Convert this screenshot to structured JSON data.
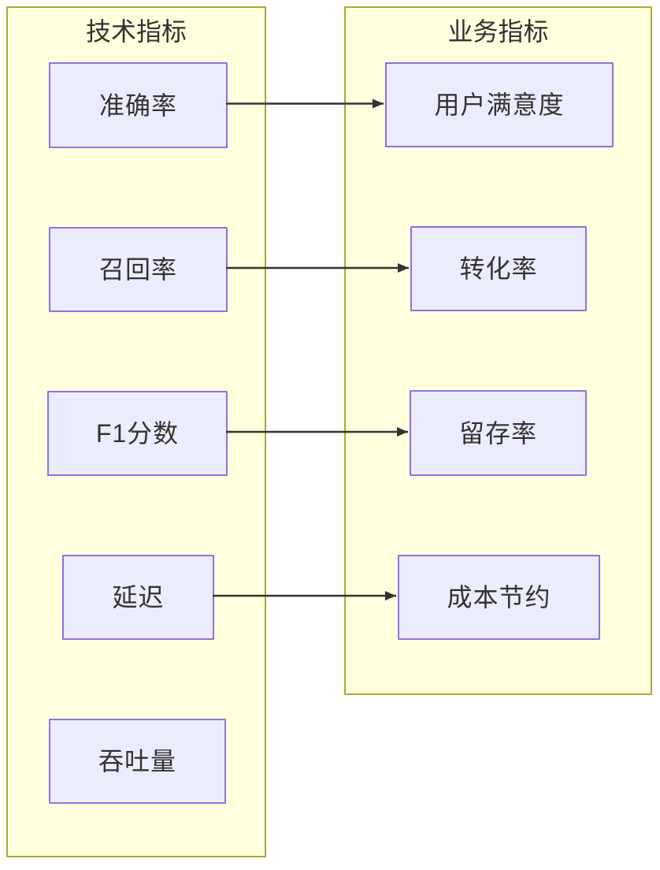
{
  "diagram": {
    "type": "flowchart",
    "direction": "left-to-right",
    "clusters": [
      {
        "id": "technical",
        "title": "技术指标",
        "fill": "#ffffde",
        "border": "#aaaa33",
        "nodes": [
          {
            "id": "accuracy",
            "label": "准确率"
          },
          {
            "id": "recall",
            "label": "召回率"
          },
          {
            "id": "f1-score",
            "label": "F1分数"
          },
          {
            "id": "latency",
            "label": "延迟"
          },
          {
            "id": "throughput",
            "label": "吞吐量"
          }
        ]
      },
      {
        "id": "business",
        "title": "业务指标",
        "fill": "#ffffde",
        "border": "#aaaa33",
        "nodes": [
          {
            "id": "user-satisfaction",
            "label": "用户满意度"
          },
          {
            "id": "conversion-rate",
            "label": "转化率"
          },
          {
            "id": "retention-rate",
            "label": "留存率"
          },
          {
            "id": "cost-savings",
            "label": "成本节约"
          }
        ]
      }
    ],
    "edges": [
      {
        "from": "准确率",
        "to": "用户满意度",
        "arrow": "solid-triangle"
      },
      {
        "from": "召回率",
        "to": "转化率",
        "arrow": "solid-triangle"
      },
      {
        "from": "F1分数",
        "to": "留存率",
        "arrow": "solid-triangle"
      },
      {
        "from": "延迟",
        "to": "成本节约",
        "arrow": "solid-triangle"
      }
    ],
    "node_style": {
      "fill": "#ececff",
      "border": "#9370db",
      "text": "#333333"
    },
    "edge_style": {
      "color": "#333333"
    },
    "page_background": "#ffffff"
  }
}
